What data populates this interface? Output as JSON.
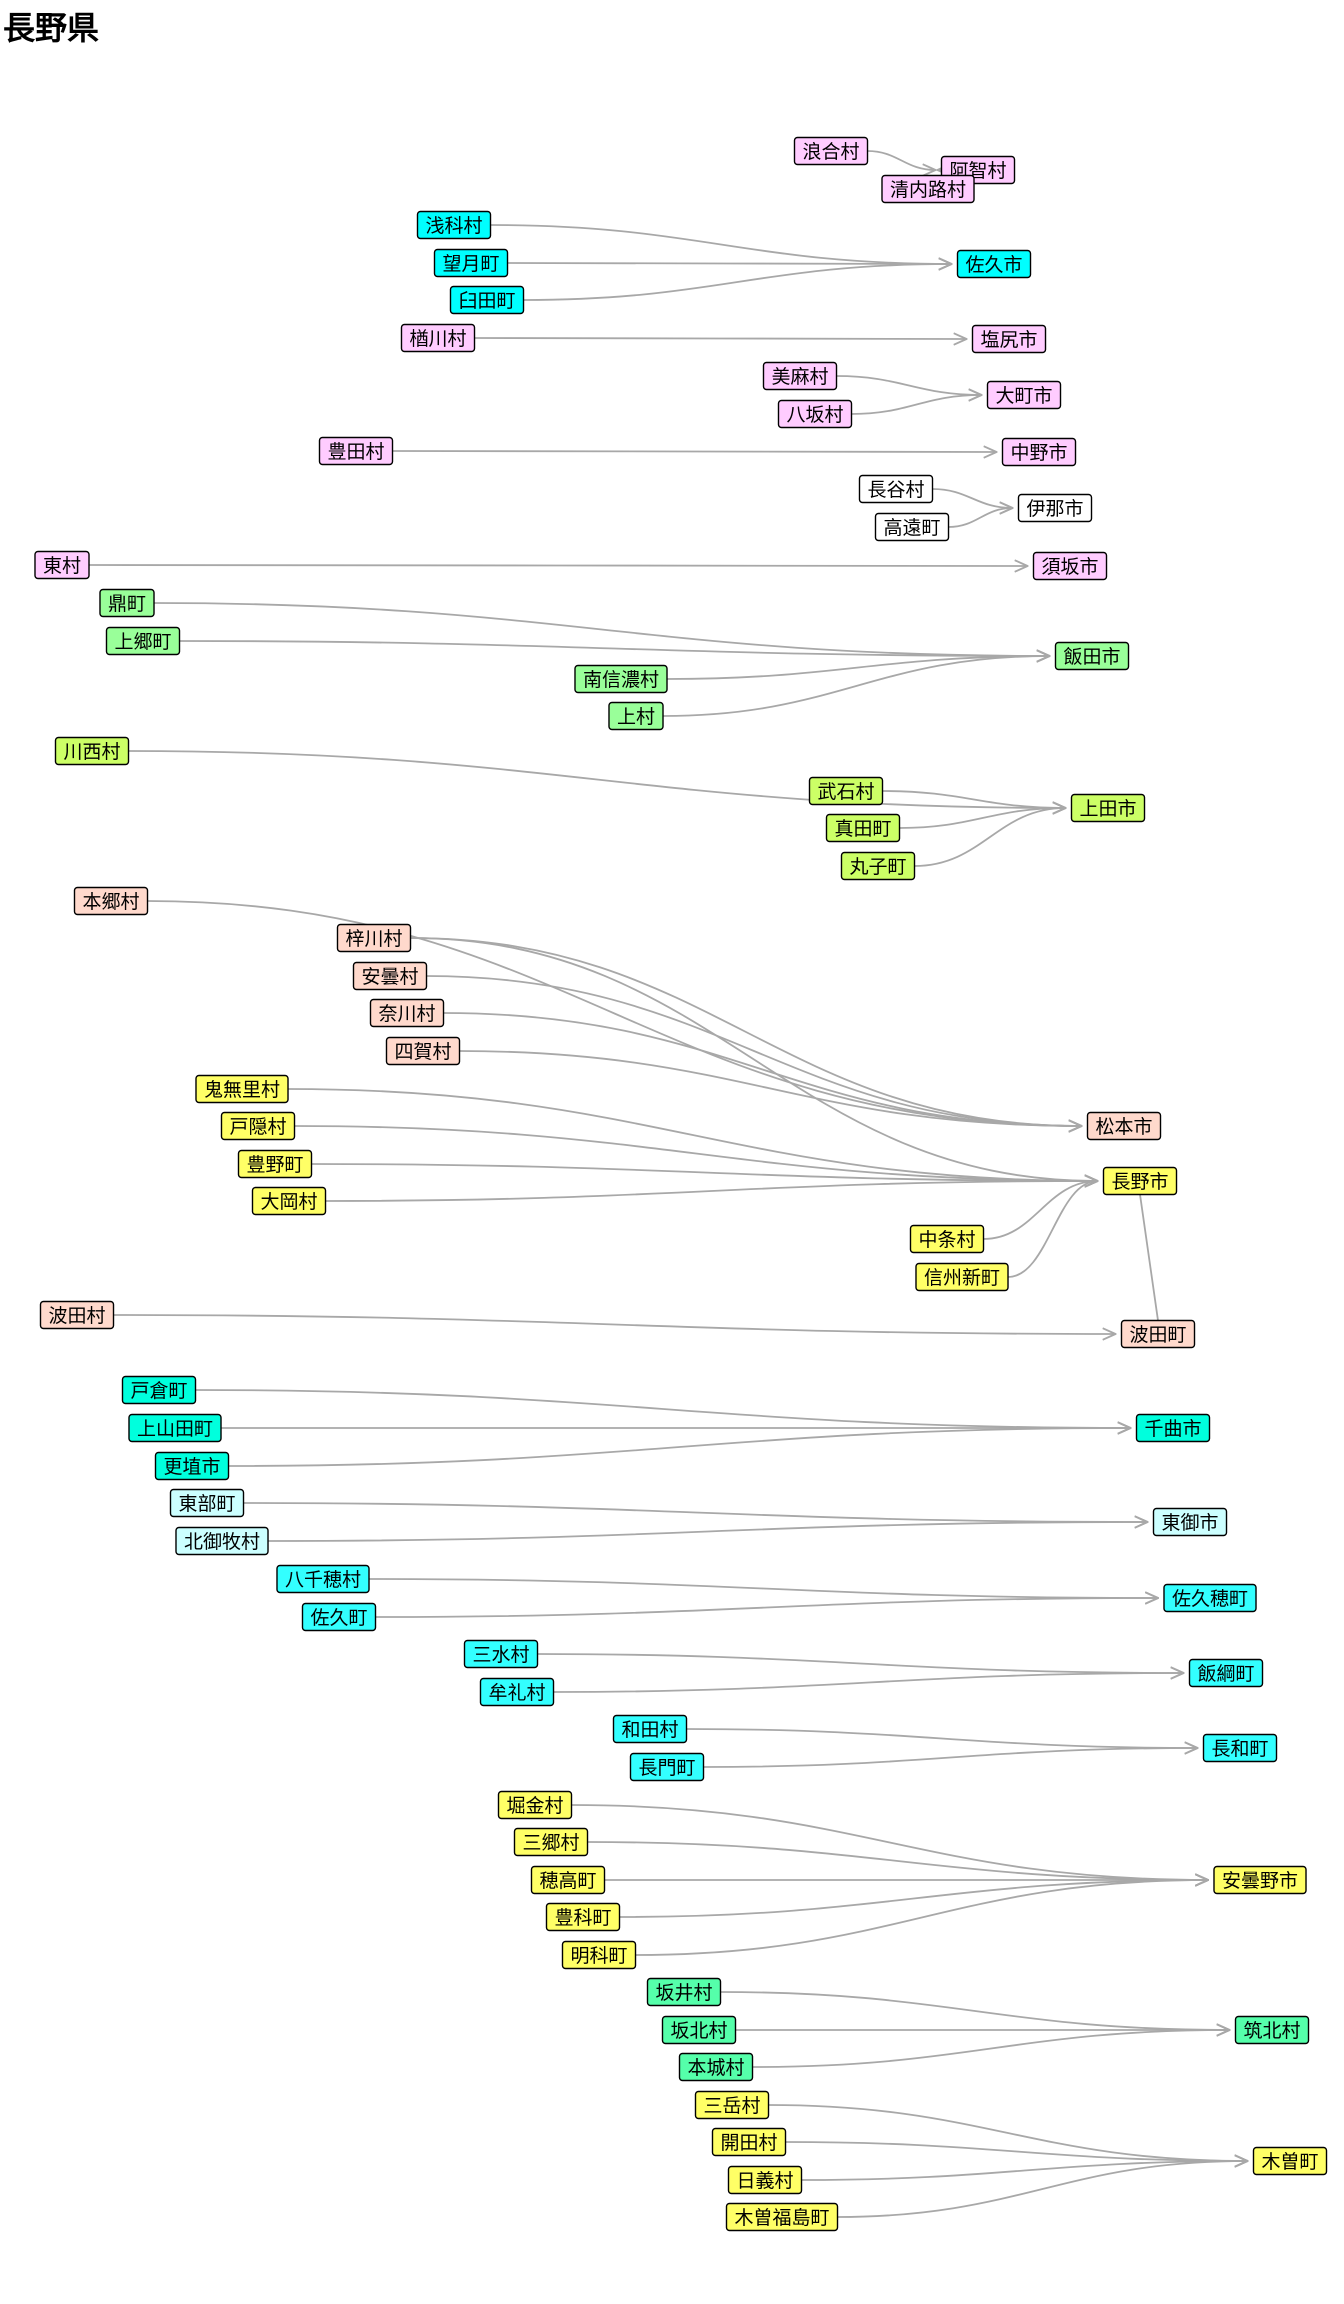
{
  "title": "長野県",
  "colors": {
    "pink": "#ffccff",
    "cyan": "#00ffff",
    "white": "#ffffff",
    "green": "#99ff99",
    "lime": "#ccff66",
    "salmon": "#ffd9cc",
    "yellow": "#ffff66",
    "teal": "#00ffdd",
    "lightcyan": "#ccffff",
    "aqua": "#33ffff",
    "seagreen": "#55ffaa",
    "edge": "#a8a8a8"
  },
  "nodes": [
    {
      "id": "浪合村",
      "label": "浪合村",
      "color": "pink"
    },
    {
      "id": "阿智村",
      "label": "阿智村",
      "color": "pink"
    },
    {
      "id": "清内路村",
      "label": "清内路村",
      "color": "pink"
    },
    {
      "id": "浅科村",
      "label": "浅科村",
      "color": "cyan"
    },
    {
      "id": "望月町",
      "label": "望月町",
      "color": "cyan"
    },
    {
      "id": "臼田町",
      "label": "臼田町",
      "color": "cyan"
    },
    {
      "id": "佐久市",
      "label": "佐久市",
      "color": "cyan"
    },
    {
      "id": "楢川村",
      "label": "楢川村",
      "color": "pink"
    },
    {
      "id": "塩尻市",
      "label": "塩尻市",
      "color": "pink"
    },
    {
      "id": "美麻村",
      "label": "美麻村",
      "color": "pink"
    },
    {
      "id": "八坂村",
      "label": "八坂村",
      "color": "pink"
    },
    {
      "id": "大町市",
      "label": "大町市",
      "color": "pink"
    },
    {
      "id": "豊田村",
      "label": "豊田村",
      "color": "pink"
    },
    {
      "id": "中野市",
      "label": "中野市",
      "color": "pink"
    },
    {
      "id": "長谷村",
      "label": "長谷村",
      "color": "white"
    },
    {
      "id": "高遠町",
      "label": "高遠町",
      "color": "white"
    },
    {
      "id": "伊那市",
      "label": "伊那市",
      "color": "white"
    },
    {
      "id": "東村",
      "label": "東村",
      "color": "pink"
    },
    {
      "id": "須坂市",
      "label": "須坂市",
      "color": "pink"
    },
    {
      "id": "鼎町",
      "label": "鼎町",
      "color": "green"
    },
    {
      "id": "上郷町",
      "label": "上郷町",
      "color": "green"
    },
    {
      "id": "南信濃村",
      "label": "南信濃村",
      "color": "green"
    },
    {
      "id": "上村",
      "label": "上村",
      "color": "green"
    },
    {
      "id": "飯田市",
      "label": "飯田市",
      "color": "green"
    },
    {
      "id": "川西村",
      "label": "川西村",
      "color": "lime"
    },
    {
      "id": "武石村",
      "label": "武石村",
      "color": "lime"
    },
    {
      "id": "真田町",
      "label": "真田町",
      "color": "lime"
    },
    {
      "id": "丸子町",
      "label": "丸子町",
      "color": "lime"
    },
    {
      "id": "上田市",
      "label": "上田市",
      "color": "lime"
    },
    {
      "id": "本郷村",
      "label": "本郷村",
      "color": "salmon"
    },
    {
      "id": "梓川村",
      "label": "梓川村",
      "color": "salmon"
    },
    {
      "id": "安曇村",
      "label": "安曇村",
      "color": "salmon"
    },
    {
      "id": "奈川村",
      "label": "奈川村",
      "color": "salmon"
    },
    {
      "id": "四賀村",
      "label": "四賀村",
      "color": "salmon"
    },
    {
      "id": "松本市",
      "label": "松本市",
      "color": "salmon"
    },
    {
      "id": "鬼無里村",
      "label": "鬼無里村",
      "color": "yellow"
    },
    {
      "id": "戸隠村",
      "label": "戸隠村",
      "color": "yellow"
    },
    {
      "id": "豊野町",
      "label": "豊野町",
      "color": "yellow"
    },
    {
      "id": "大岡村",
      "label": "大岡村",
      "color": "yellow"
    },
    {
      "id": "長野市",
      "label": "長野市",
      "color": "yellow"
    },
    {
      "id": "中条村",
      "label": "中条村",
      "color": "yellow"
    },
    {
      "id": "信州新町",
      "label": "信州新町",
      "color": "yellow"
    },
    {
      "id": "波田村",
      "label": "波田村",
      "color": "salmon"
    },
    {
      "id": "波田町",
      "label": "波田町",
      "color": "salmon"
    },
    {
      "id": "戸倉町",
      "label": "戸倉町",
      "color": "teal"
    },
    {
      "id": "上山田町",
      "label": "上山田町",
      "color": "teal"
    },
    {
      "id": "更埴市",
      "label": "更埴市",
      "color": "teal"
    },
    {
      "id": "千曲市",
      "label": "千曲市",
      "color": "teal"
    },
    {
      "id": "東部町",
      "label": "東部町",
      "color": "lightcyan"
    },
    {
      "id": "北御牧村",
      "label": "北御牧村",
      "color": "lightcyan"
    },
    {
      "id": "東御市",
      "label": "東御市",
      "color": "lightcyan"
    },
    {
      "id": "八千穂村",
      "label": "八千穂村",
      "color": "aqua"
    },
    {
      "id": "佐久町",
      "label": "佐久町",
      "color": "aqua"
    },
    {
      "id": "佐久穂町",
      "label": "佐久穂町",
      "color": "aqua"
    },
    {
      "id": "三水村",
      "label": "三水村",
      "color": "aqua"
    },
    {
      "id": "牟礼村",
      "label": "牟礼村",
      "color": "aqua"
    },
    {
      "id": "飯綱町",
      "label": "飯綱町",
      "color": "aqua"
    },
    {
      "id": "和田村",
      "label": "和田村",
      "color": "aqua"
    },
    {
      "id": "長門町",
      "label": "長門町",
      "color": "aqua"
    },
    {
      "id": "長和町",
      "label": "長和町",
      "color": "aqua"
    },
    {
      "id": "堀金村",
      "label": "堀金村",
      "color": "yellow"
    },
    {
      "id": "三郷村",
      "label": "三郷村",
      "color": "yellow"
    },
    {
      "id": "穂高町",
      "label": "穂高町",
      "color": "yellow"
    },
    {
      "id": "豊科町",
      "label": "豊科町",
      "color": "yellow"
    },
    {
      "id": "明科町",
      "label": "明科町",
      "color": "yellow"
    },
    {
      "id": "安曇野市",
      "label": "安曇野市",
      "color": "yellow"
    },
    {
      "id": "坂井村",
      "label": "坂井村",
      "color": "seagreen"
    },
    {
      "id": "坂北村",
      "label": "坂北村",
      "color": "seagreen"
    },
    {
      "id": "本城村",
      "label": "本城村",
      "color": "seagreen"
    },
    {
      "id": "筑北村",
      "label": "筑北村",
      "color": "seagreen"
    },
    {
      "id": "三岳村",
      "label": "三岳村",
      "color": "yellow"
    },
    {
      "id": "開田村",
      "label": "開田村",
      "color": "yellow"
    },
    {
      "id": "日義村",
      "label": "日義村",
      "color": "yellow"
    },
    {
      "id": "木曽福島町",
      "label": "木曽福島町",
      "color": "yellow"
    },
    {
      "id": "木曽町",
      "label": "木曽町",
      "color": "yellow"
    }
  ],
  "edges": [
    {
      "from": "浪合村",
      "to": "阿智村"
    },
    {
      "from": "清内路村",
      "to": "阿智村"
    },
    {
      "from": "浅科村",
      "to": "佐久市"
    },
    {
      "from": "望月町",
      "to": "佐久市"
    },
    {
      "from": "臼田町",
      "to": "佐久市"
    },
    {
      "from": "楢川村",
      "to": "塩尻市"
    },
    {
      "from": "美麻村",
      "to": "大町市"
    },
    {
      "from": "八坂村",
      "to": "大町市"
    },
    {
      "from": "豊田村",
      "to": "中野市"
    },
    {
      "from": "長谷村",
      "to": "伊那市"
    },
    {
      "from": "高遠町",
      "to": "伊那市"
    },
    {
      "from": "東村",
      "to": "須坂市"
    },
    {
      "from": "鼎町",
      "to": "飯田市"
    },
    {
      "from": "上郷町",
      "to": "飯田市"
    },
    {
      "from": "南信濃村",
      "to": "飯田市"
    },
    {
      "from": "上村",
      "to": "飯田市"
    },
    {
      "from": "川西村",
      "to": "上田市"
    },
    {
      "from": "武石村",
      "to": "上田市"
    },
    {
      "from": "真田町",
      "to": "上田市"
    },
    {
      "from": "丸子町",
      "to": "上田市"
    },
    {
      "from": "本郷村",
      "to": "松本市"
    },
    {
      "from": "梓川村",
      "to": "松本市"
    },
    {
      "from": "梓川村",
      "to": "長野市"
    },
    {
      "from": "安曇村",
      "to": "松本市"
    },
    {
      "from": "奈川村",
      "to": "松本市"
    },
    {
      "from": "四賀村",
      "to": "松本市"
    },
    {
      "from": "鬼無里村",
      "to": "長野市"
    },
    {
      "from": "戸隠村",
      "to": "長野市"
    },
    {
      "from": "豊野町",
      "to": "長野市"
    },
    {
      "from": "大岡村",
      "to": "長野市"
    },
    {
      "from": "中条村",
      "to": "長野市"
    },
    {
      "from": "信州新町",
      "to": "長野市"
    },
    {
      "from": "波田村",
      "to": "波田町"
    },
    {
      "from": "長野市",
      "to": "波田町",
      "arrow": false
    },
    {
      "from": "戸倉町",
      "to": "千曲市"
    },
    {
      "from": "上山田町",
      "to": "千曲市"
    },
    {
      "from": "更埴市",
      "to": "千曲市"
    },
    {
      "from": "東部町",
      "to": "東御市"
    },
    {
      "from": "北御牧村",
      "to": "東御市"
    },
    {
      "from": "八千穂村",
      "to": "佐久穂町"
    },
    {
      "from": "佐久町",
      "to": "佐久穂町"
    },
    {
      "from": "三水村",
      "to": "飯綱町"
    },
    {
      "from": "牟礼村",
      "to": "飯綱町"
    },
    {
      "from": "和田村",
      "to": "長和町"
    },
    {
      "from": "長門町",
      "to": "長和町"
    },
    {
      "from": "堀金村",
      "to": "安曇野市"
    },
    {
      "from": "三郷村",
      "to": "安曇野市"
    },
    {
      "from": "穂高町",
      "to": "安曇野市"
    },
    {
      "from": "豊科町",
      "to": "安曇野市"
    },
    {
      "from": "明科町",
      "to": "安曇野市"
    },
    {
      "from": "坂井村",
      "to": "筑北村"
    },
    {
      "from": "坂北村",
      "to": "筑北村"
    },
    {
      "from": "本城村",
      "to": "筑北村"
    },
    {
      "from": "三岳村",
      "to": "木曽町"
    },
    {
      "from": "開田村",
      "to": "木曽町"
    },
    {
      "from": "日義村",
      "to": "木曽町"
    },
    {
      "from": "木曽福島町",
      "to": "木曽町"
    }
  ]
}
